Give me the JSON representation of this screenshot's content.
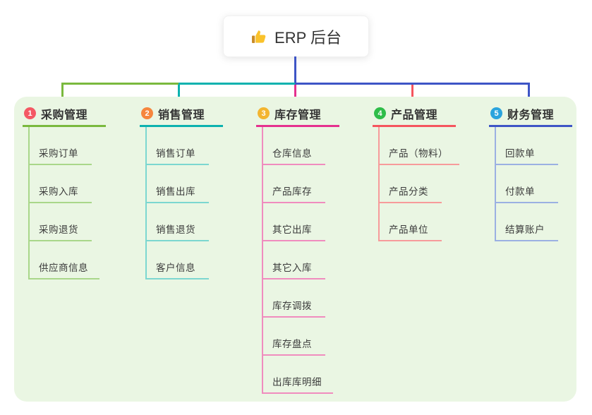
{
  "root": {
    "title": "ERP 后台",
    "icon": "thumbs-up-icon"
  },
  "colors": {
    "canvas_bg": "#ffffff",
    "panel_bg": "#eaf6e3",
    "root_stem": "#3e55c6",
    "text": "#333333"
  },
  "branches": [
    {
      "index": "1",
      "label": "采购管理",
      "badge_color": "#f45864",
      "line_color": "#7ab93e",
      "sub_line_color": "#a9d78a",
      "children": [
        "采购订单",
        "采购入库",
        "采购退货",
        "供应商信息"
      ]
    },
    {
      "index": "2",
      "label": "销售管理",
      "badge_color": "#f6863d",
      "line_color": "#0cb2af",
      "sub_line_color": "#7cd7d0",
      "children": [
        "销售订单",
        "销售出库",
        "销售退货",
        "客户信息"
      ]
    },
    {
      "index": "3",
      "label": "库存管理",
      "badge_color": "#f3b530",
      "line_color": "#e5318f",
      "sub_line_color": "#f08cbe",
      "children": [
        "仓库信息",
        "产品库存",
        "其它出库",
        "其它入库",
        "库存调拨",
        "库存盘点",
        "出库库明细"
      ]
    },
    {
      "index": "4",
      "label": "产品管理",
      "badge_color": "#2ebd49",
      "line_color": "#f5555e",
      "sub_line_color": "#f79b9b",
      "children": [
        "产品（物料）",
        "产品分类",
        "产品单位"
      ]
    },
    {
      "index": "5",
      "label": "财务管理",
      "badge_color": "#2ba4dd",
      "line_color": "#3e55c6",
      "sub_line_color": "#9bb0e2",
      "children": [
        "回款单",
        "付款单",
        "结算账户"
      ]
    }
  ]
}
